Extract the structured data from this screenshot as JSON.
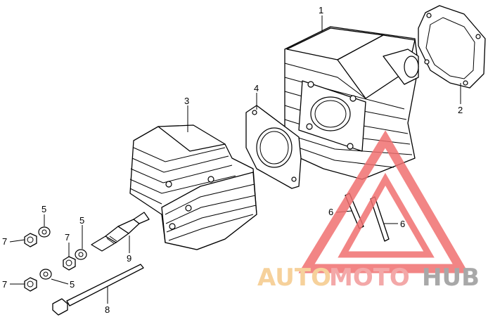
{
  "diagram": {
    "callouts": [
      {
        "id": "c1",
        "text": "1"
      },
      {
        "id": "c2",
        "text": "2"
      },
      {
        "id": "c3",
        "text": "3"
      },
      {
        "id": "c4",
        "text": "4"
      },
      {
        "id": "c5a",
        "text": "5"
      },
      {
        "id": "c5b",
        "text": "5"
      },
      {
        "id": "c5c",
        "text": "5"
      },
      {
        "id": "c6a",
        "text": "6"
      },
      {
        "id": "c6b",
        "text": "6"
      },
      {
        "id": "c7a",
        "text": "7"
      },
      {
        "id": "c7b",
        "text": "7"
      },
      {
        "id": "c7c",
        "text": "7"
      },
      {
        "id": "c8",
        "text": "8"
      },
      {
        "id": "c9",
        "text": "9"
      }
    ]
  },
  "watermark": {
    "part1": "AUTO",
    "part2": "MOTO",
    "part3": "HUB",
    "colors": {
      "auto": "#f5c98a",
      "moto": "#f29a9a",
      "hub": "#9a9a9a",
      "triangle": "#f07070"
    }
  }
}
